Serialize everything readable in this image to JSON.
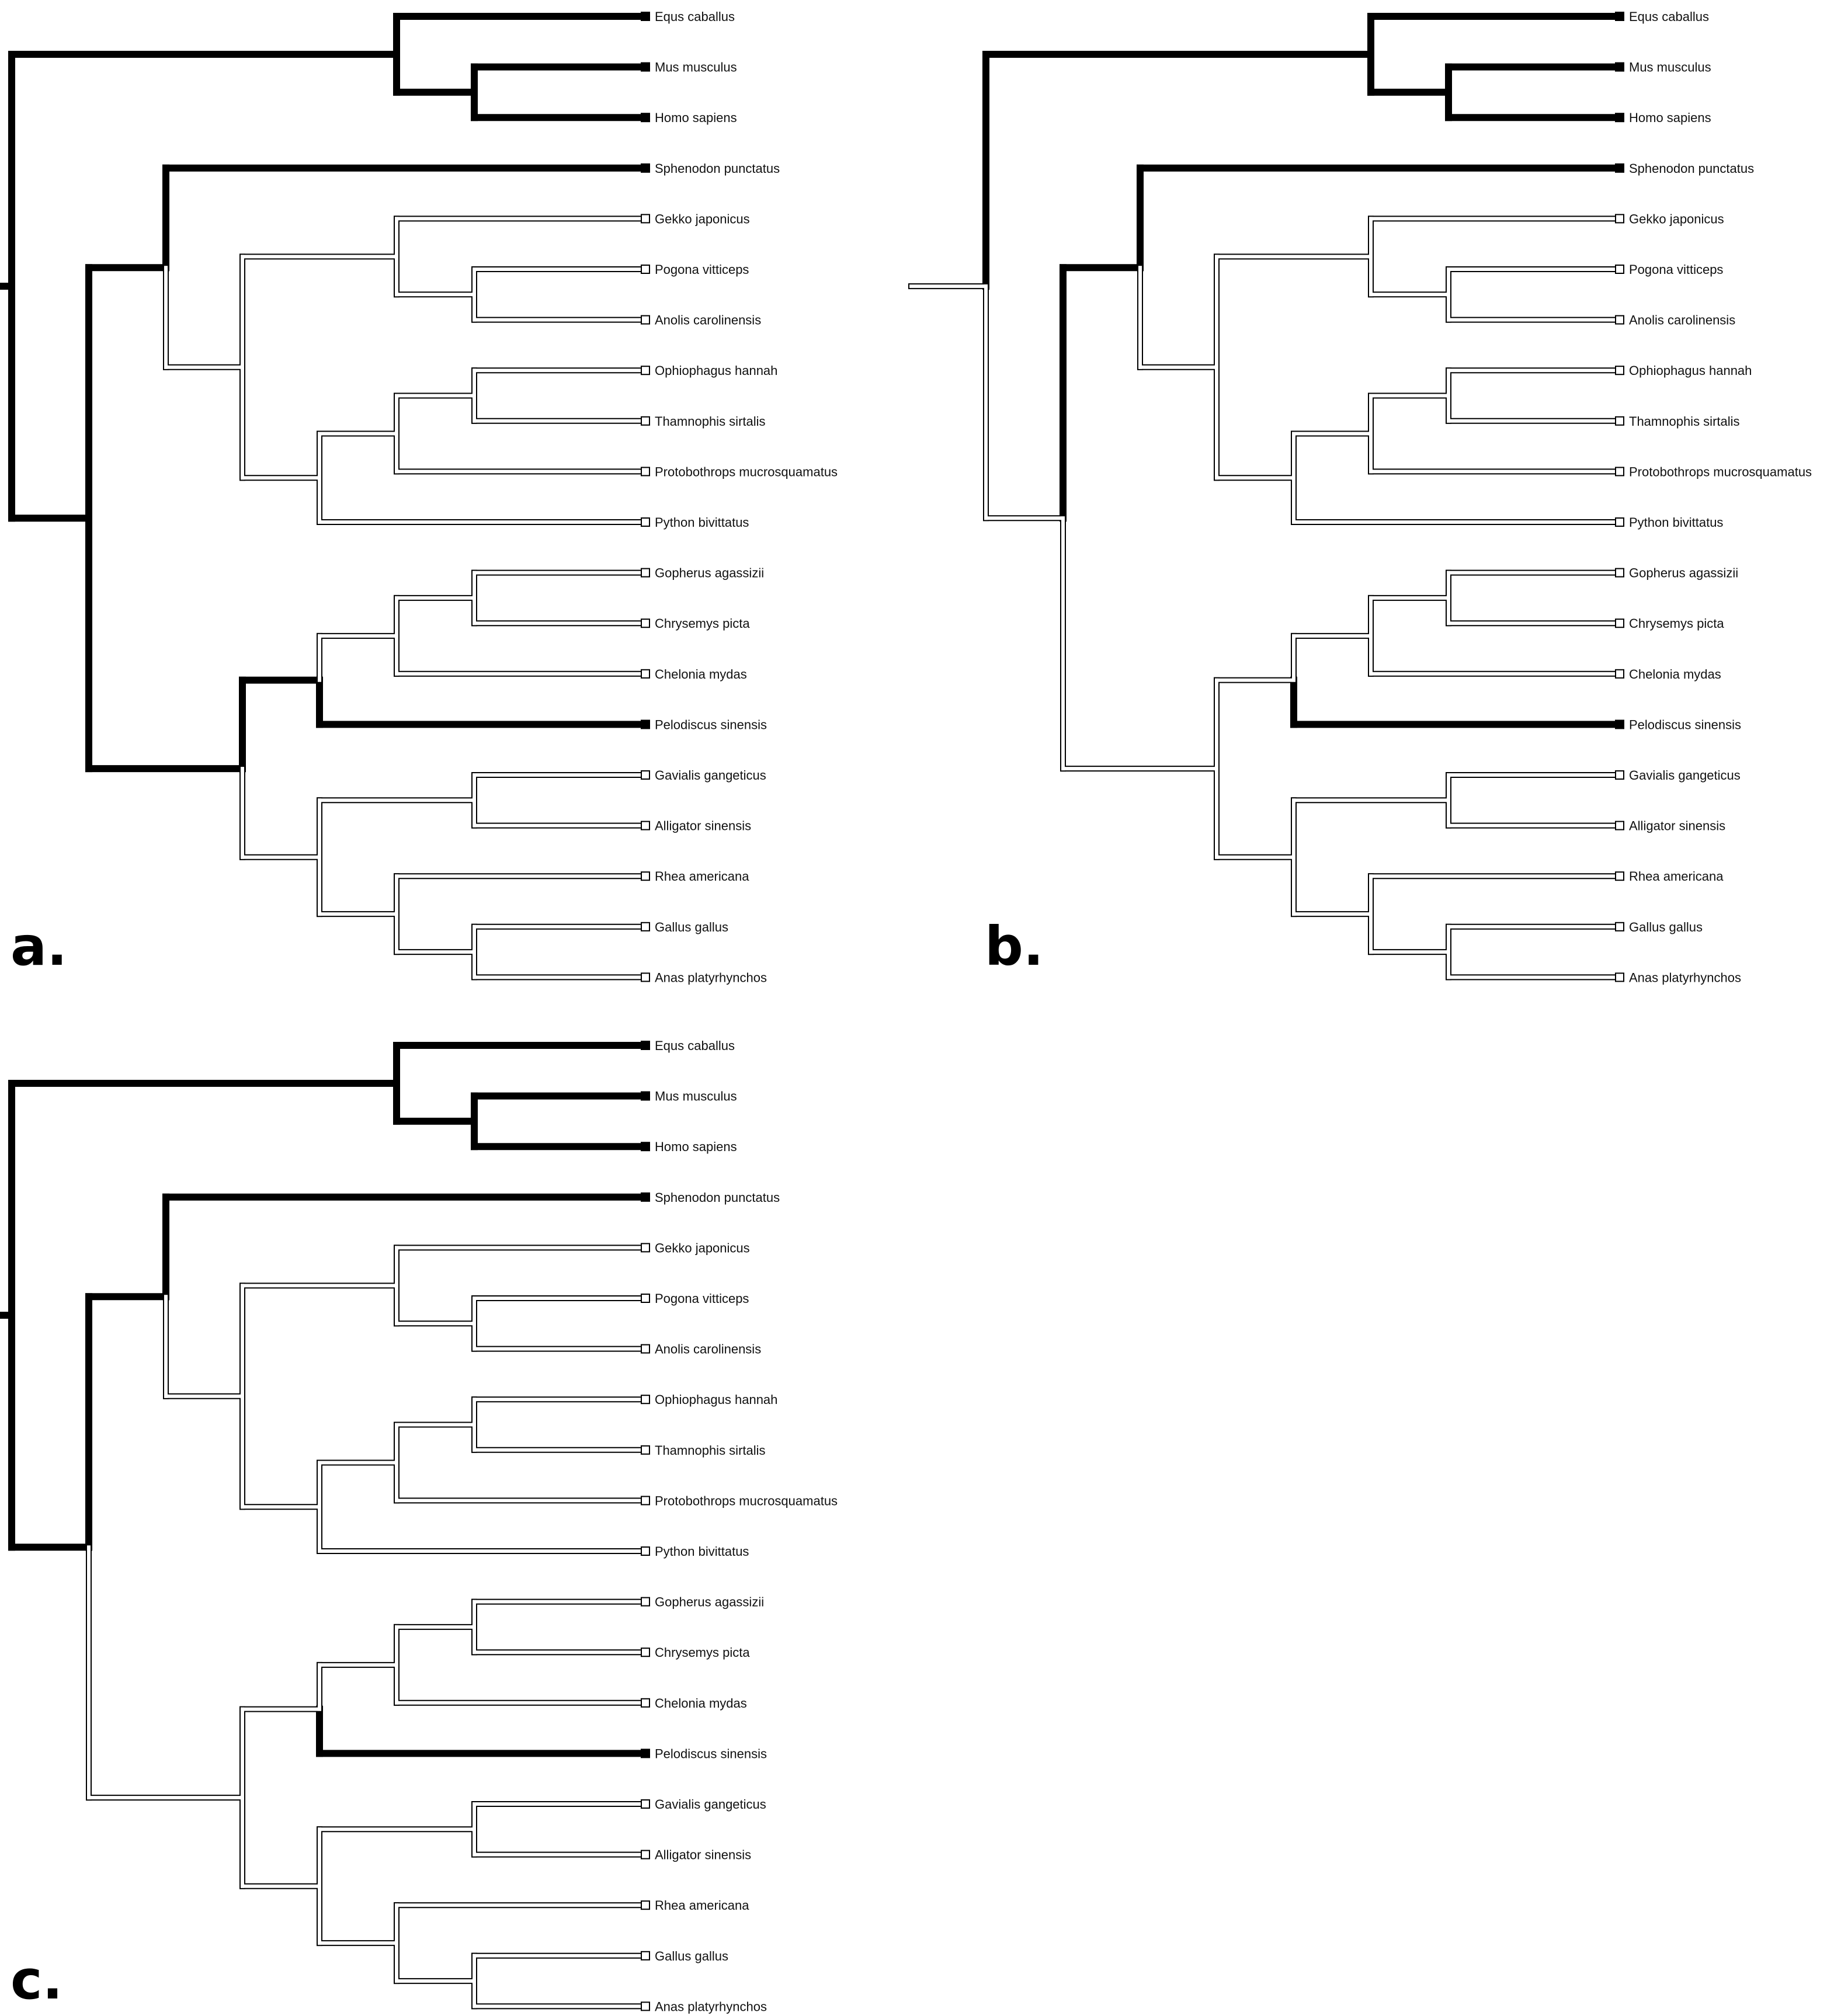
{
  "figure": {
    "type": "phylogenetic-tree-panels",
    "colors": {
      "background": "#ffffff",
      "selected_branch": "#000000",
      "unselected_branch_outline": "#000000",
      "unselected_branch_fill": "#ffffff",
      "text": "#111111"
    },
    "legend": {
      "filled_square": "trait present (black branch)",
      "open_square": "trait absent (white/outlined branch)"
    }
  },
  "tree": {
    "taxa": [
      "Equs caballus",
      "Mus musculus",
      "Homo sapiens",
      "Sphenodon punctatus",
      "Gekko japonicus",
      "Pogona vitticeps",
      "Anolis carolinensis",
      "Ophiophagus hannah",
      "Thamnophis sirtalis",
      "Protobothrops mucrosquamatus",
      "Python bivittatus",
      "Gopherus agassizii",
      "Chrysemys picta",
      "Chelonia mydas",
      "Pelodiscus sinensis",
      "Gavialis gangeticus",
      "Alligator sinensis",
      "Rhea americana",
      "Gallus gallus",
      "Anas platyrhynchos"
    ],
    "newick_topology": "((Equs caballus,(Mus musculus,Homo sapiens)),((Sphenodon punctatus,((Gekko japonicus,(Pogona vitticeps,Anolis carolinensis)),(((Ophiophagus hannah,Thamnophis sirtalis),Protobothrops mucrosquamatus),Python bivittatus))),((((Gopherus agassizii,Chrysemys picta),Chelonia mydas),Pelodiscus sinensis),((Gavialis gangeticus,Alligator sinensis),(Rhea americana,(Gallus gallus,Anas platyrhynchos))))))"
  },
  "panels": [
    {
      "label": "a.",
      "tip_states": [
        1,
        1,
        1,
        1,
        0,
        0,
        0,
        0,
        0,
        0,
        0,
        0,
        0,
        0,
        1,
        0,
        0,
        0,
        0,
        0
      ],
      "black_branches": [
        "root",
        "mammals",
        "Equs caballus",
        "mus-homo",
        "Mus musculus",
        "Homo sapiens",
        "reptiles",
        "lepidosaurs",
        "Sphenodon punctatus",
        "archelosaurs",
        "turtles",
        "Pelodiscus sinensis"
      ]
    },
    {
      "label": "b.",
      "tip_states": [
        1,
        1,
        1,
        1,
        0,
        0,
        0,
        0,
        0,
        0,
        0,
        0,
        0,
        0,
        1,
        0,
        0,
        0,
        0,
        0
      ],
      "black_branches": [
        "mammals",
        "Equs caballus",
        "mus-homo",
        "Mus musculus",
        "Homo sapiens",
        "lepidosaurs",
        "Sphenodon punctatus",
        "Pelodiscus sinensis"
      ]
    },
    {
      "label": "c.",
      "tip_states": [
        1,
        1,
        1,
        1,
        0,
        0,
        0,
        0,
        0,
        0,
        0,
        0,
        0,
        0,
        1,
        0,
        0,
        0,
        0,
        0
      ],
      "black_branches": [
        "root",
        "mammals",
        "Equs caballus",
        "mus-homo",
        "Mus musculus",
        "Homo sapiens",
        "reptiles",
        "lepidosaurs",
        "Sphenodon punctatus",
        "Pelodiscus sinensis"
      ]
    }
  ]
}
